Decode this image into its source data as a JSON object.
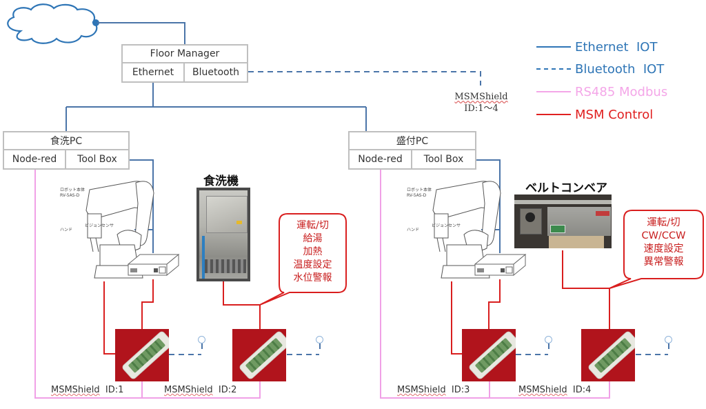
{
  "floor_manager": {
    "title": "Floor Manager",
    "ports": [
      "Ethernet",
      "Bluetooth"
    ]
  },
  "cloud": {
    "icon": "cloud-icon"
  },
  "bluetooth_target": {
    "name": "MSMShield",
    "ids": "ID:1～4"
  },
  "legend": [
    {
      "label": "Ethernet  IOT",
      "color": "#2e75b6",
      "style": "solid"
    },
    {
      "label": "Bluetooth  IOT",
      "color": "#2e75b6",
      "style": "dashed"
    },
    {
      "label": "RS485 Modbus",
      "color": "#f4a6e8",
      "style": "solid"
    },
    {
      "label": "MSM Control",
      "color": "#e02020",
      "style": "solid"
    }
  ],
  "pcs": [
    {
      "title": "食洗PC",
      "ports": [
        "Node-red",
        "Tool Box"
      ]
    },
    {
      "title": "盛付PC",
      "ports": [
        "Node-red",
        "Tool Box"
      ]
    }
  ],
  "robots": [
    {
      "body_label": "ロボット本体",
      "model": "RV-5AS-D",
      "hand_label": "ハンド",
      "sensor_label": "ビジョンセンサ"
    },
    {
      "body_label": "ロボット本体",
      "model": "RV-5AS-D",
      "hand_label": "ハンド",
      "sensor_label": "ビジョンセンサ"
    }
  ],
  "devices": [
    {
      "title": "食洗機",
      "functions": [
        "運転/切",
        "給湯",
        "加熱",
        "温度設定",
        "水位警報"
      ]
    },
    {
      "title": "ベルトコンベア",
      "functions": [
        "運転/切",
        "CW/CCW",
        "速度設定",
        "異常警報"
      ]
    }
  ],
  "shields": [
    {
      "name": "MSMShield",
      "id": "ID:1"
    },
    {
      "name": "MSMShield",
      "id": "ID:2"
    },
    {
      "name": "MSMShield",
      "id": "ID:3"
    },
    {
      "name": "MSMShield",
      "id": "ID:4"
    }
  ],
  "colors": {
    "ethernet": "#4a74a8",
    "bluetooth": "#4a74a8",
    "rs485": "#f0a0e6",
    "control": "#d91e1e",
    "legend_blue": "#2e75b6",
    "legend_pink": "#f4a6e8",
    "legend_red": "#e02020"
  }
}
